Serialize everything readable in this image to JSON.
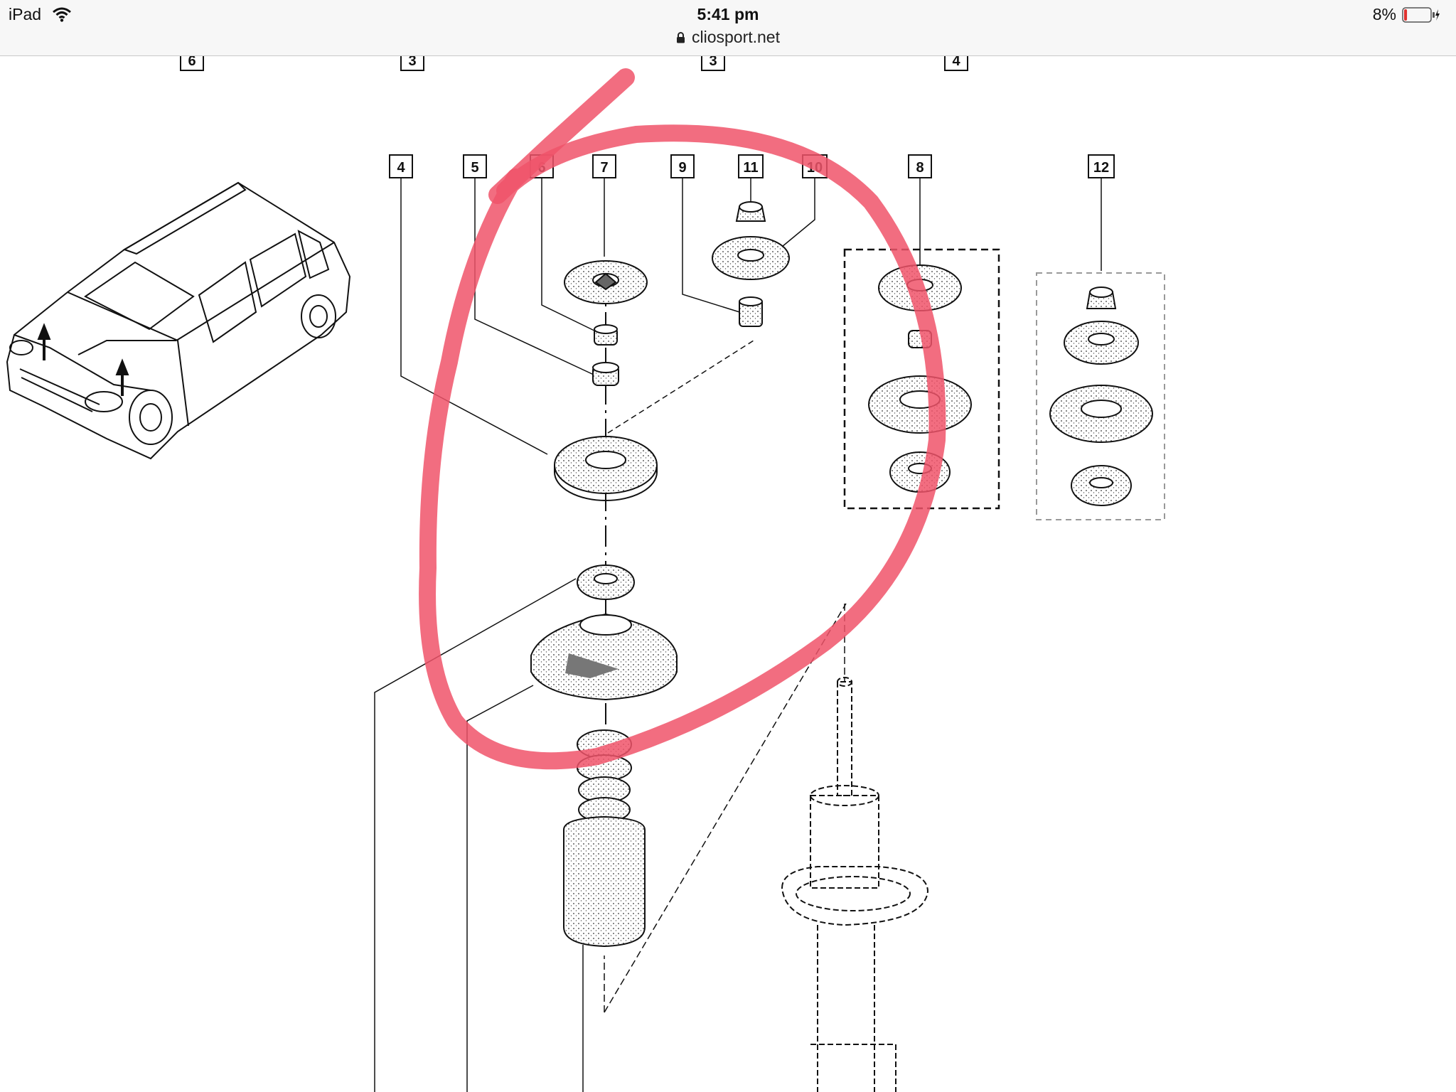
{
  "status_bar": {
    "device": "iPad",
    "time": "5:41 pm",
    "url": "cliosport.net",
    "battery_percent": "8%",
    "icons": [
      "wifi-icon",
      "lock-icon",
      "battery-icon",
      "charging-bolt-icon"
    ],
    "battery_level": 0.08,
    "battery_color": "#e0322f"
  },
  "diagram": {
    "top_labels": [
      "6",
      "3",
      "3",
      "4"
    ],
    "part_labels": [
      "4",
      "5",
      "6",
      "7",
      "9",
      "11",
      "10",
      "8",
      "12"
    ],
    "annotation_color": "#f0546a"
  }
}
